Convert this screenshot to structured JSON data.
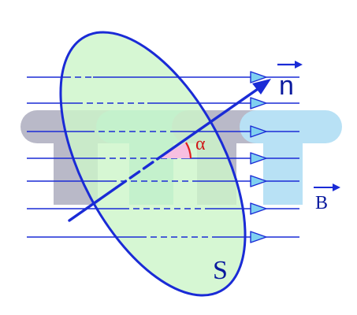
{
  "diagram": {
    "normal_label": "n",
    "field_label": "B",
    "angle_label": "α",
    "surface_label": "S"
  },
  "colors": {
    "line_blue": "#1a2bd6",
    "arrow_fill": "#7fd0f0",
    "surface_fill": "#cdf5c9",
    "angle_fill": "#f7bfe0",
    "angle_mark": "#e02020",
    "watermark_gray": "#8f8fa8",
    "watermark_teal": "#5cc5c0",
    "watermark_sky": "#8ecff0",
    "text_dark": "#0a1a9e",
    "text_red": "#d11a1a"
  }
}
